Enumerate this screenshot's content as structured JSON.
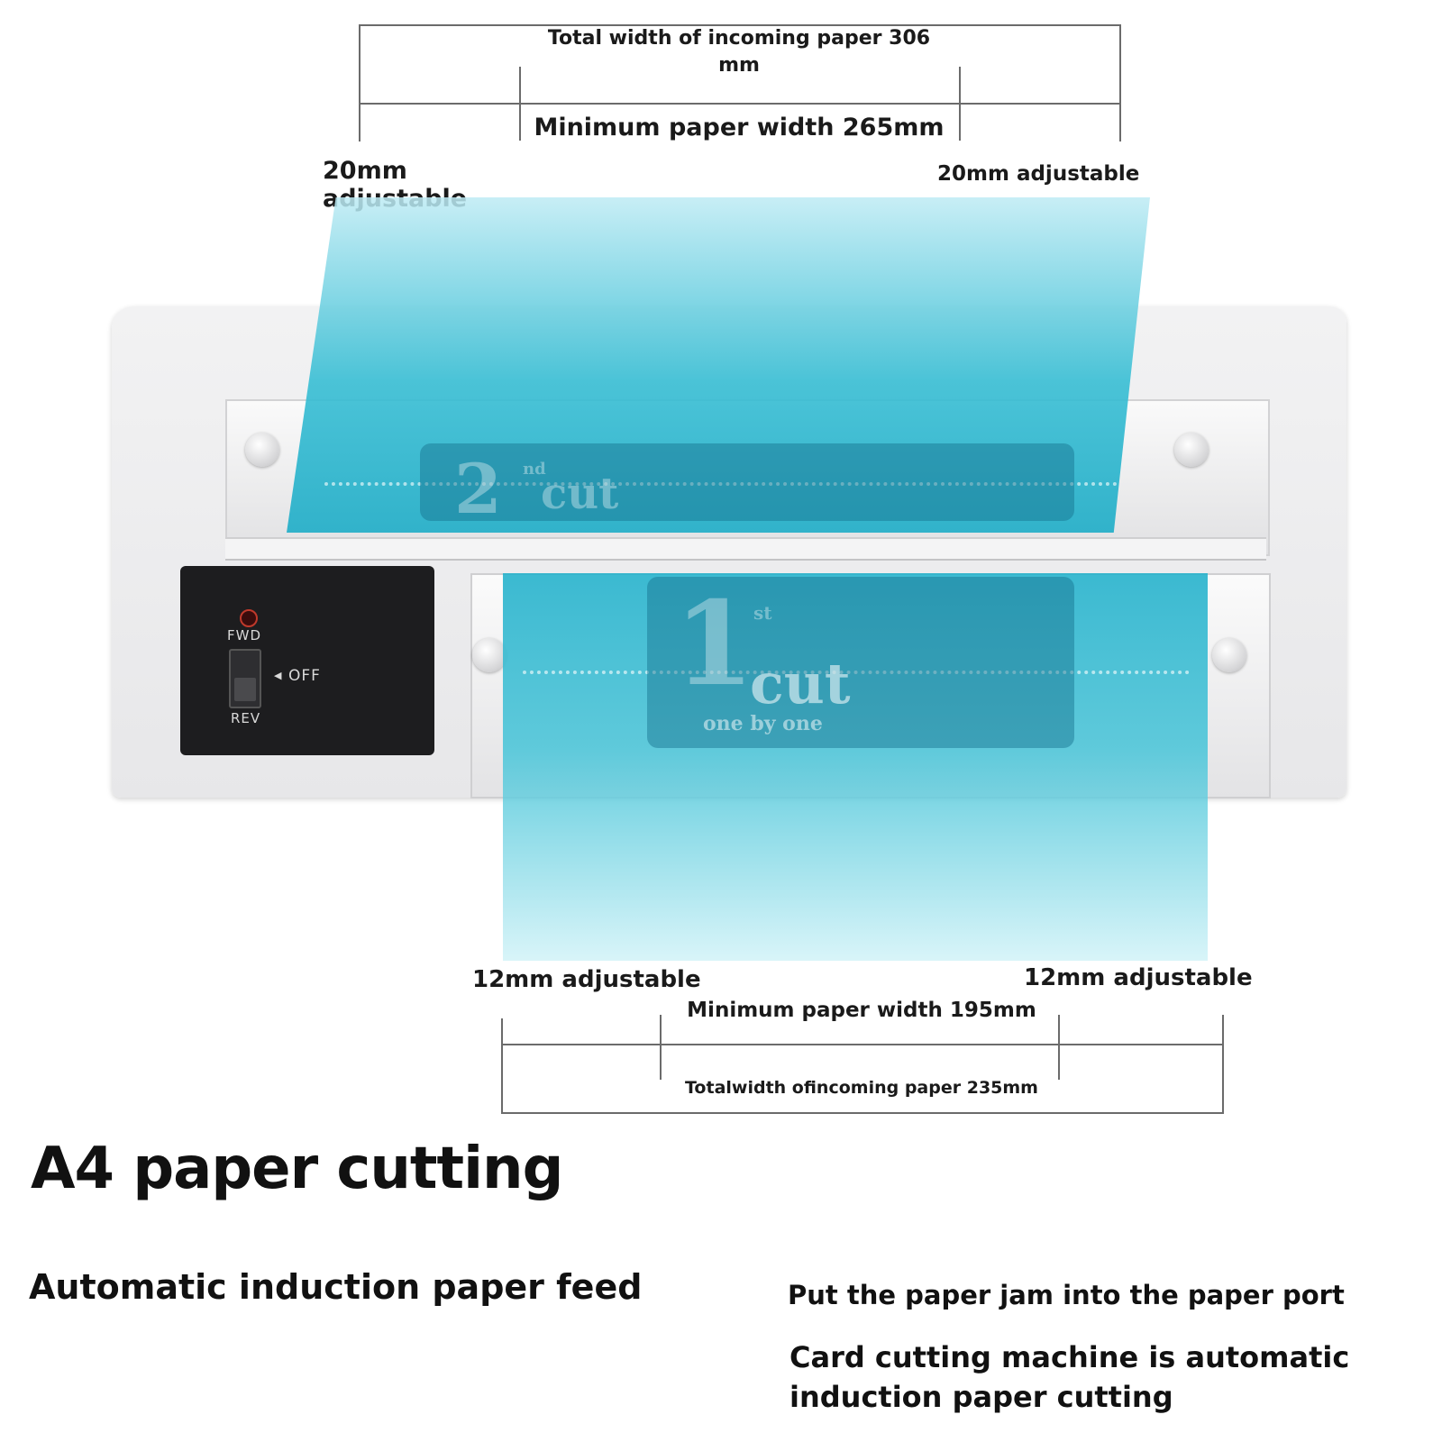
{
  "top_dimensions": {
    "total_width_label": "Total width of incoming paper 306 mm",
    "min_width_label": "Minimum paper width 265mm",
    "left_adjust_label": "20mm adjustable",
    "right_adjust_label": "20mm adjustable"
  },
  "bottom_dimensions": {
    "left_adjust_label": "12mm adjustable",
    "right_adjust_label": "12mm adjustable",
    "min_width_label": "Minimum paper width 195mm",
    "total_width_label": "Totalwidth ofincoming paper 235mm"
  },
  "control_panel": {
    "fwd_label": "FWD",
    "off_label": "OFF",
    "rev_label": "REV"
  },
  "paper_cards": {
    "top_card_number": "2",
    "top_card_suffix": "nd",
    "top_card_word": "cut",
    "bottom_card_number": "1",
    "bottom_card_suffix": "st",
    "bottom_card_word": "cut",
    "bottom_card_tagline": "one by one"
  },
  "captions": {
    "title": "A4 paper cutting",
    "feature_left": "Automatic induction paper feed",
    "feature_right_1": "Put the paper jam into the paper port",
    "feature_right_2": "Card cutting machine is automatic induction paper cutting"
  },
  "colors": {
    "paper": "#2bb4cc",
    "machine": "#ececee",
    "panel": "#1d1d1f"
  }
}
